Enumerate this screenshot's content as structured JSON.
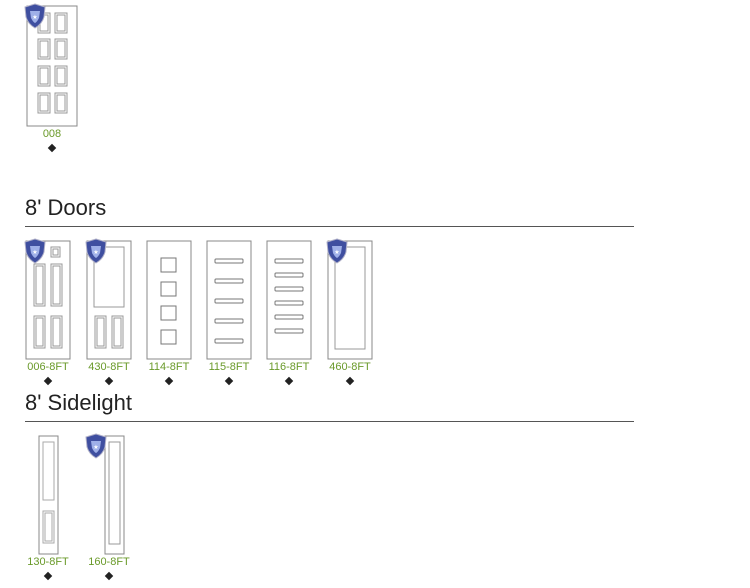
{
  "sections": {
    "doors_8ft": {
      "title": "8' Doors"
    },
    "sidelight_8ft": {
      "title": "8' Sidelight"
    }
  },
  "items": {
    "d008": {
      "code": "008"
    },
    "d006_8ft": {
      "code": "006-8FT"
    },
    "d430_8ft": {
      "code": "430-8FT"
    },
    "d114_8ft": {
      "code": "114-8FT"
    },
    "d115_8ft": {
      "code": "115-8FT"
    },
    "d116_8ft": {
      "code": "116-8FT"
    },
    "d460_8ft": {
      "code": "460-8FT"
    },
    "s130_8ft": {
      "code": "130-8FT"
    },
    "s160_8ft": {
      "code": "160-8FT"
    }
  },
  "colors": {
    "code_link": "#6a9a2a",
    "badge": "#3f4fa0",
    "divider": "#555555"
  },
  "icons": {
    "badge": "shield-crest-icon",
    "select": "diamond-icon"
  }
}
